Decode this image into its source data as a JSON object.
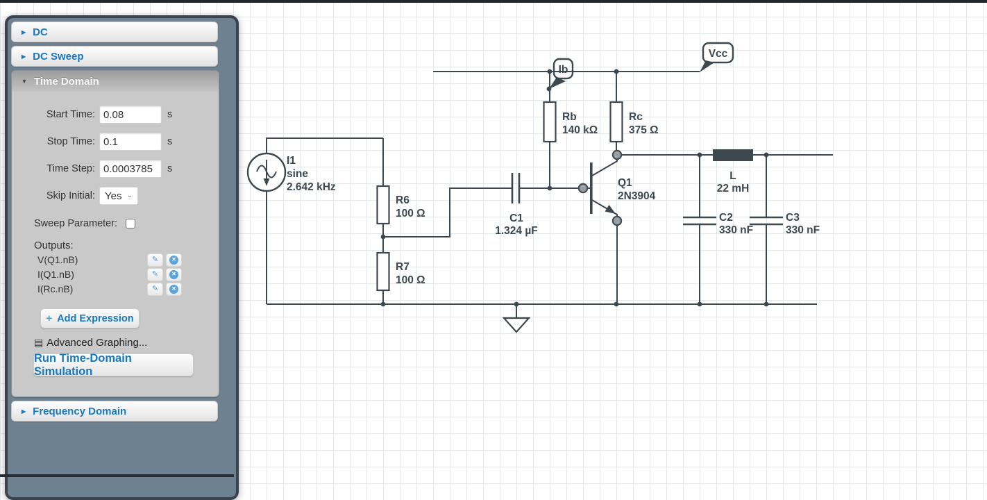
{
  "icons": {
    "collapsed": "▶",
    "expanded": "▼",
    "select_chevron": "⌄",
    "edit": "✎",
    "delete": "✕",
    "add": "+",
    "advanced_graphing": "▤"
  },
  "panel": {
    "sections": {
      "dc": {
        "label": "DC"
      },
      "dc_sweep": {
        "label": "DC Sweep"
      },
      "time_domain": {
        "label": "Time Domain",
        "start_time": {
          "label": "Start Time:",
          "value": "0.08",
          "unit": "s"
        },
        "stop_time": {
          "label": "Stop Time:",
          "value": "0.1",
          "unit": "s"
        },
        "time_step": {
          "label": "Time Step:",
          "value": "0.0003785",
          "unit": "s"
        },
        "skip_initial": {
          "label": "Skip Initial:",
          "value": "Yes"
        },
        "sweep_parameter": {
          "label": "Sweep Parameter:",
          "checked": false
        },
        "outputs_label": "Outputs:",
        "outputs": [
          "V(Q1.nB)",
          "I(Q1.nB)",
          "I(Rc.nB)"
        ],
        "add_expression": "Add Expression",
        "advanced_graphing": "Advanced Graphing...",
        "run_button": "Run Time-Domain Simulation"
      },
      "frequency_domain": {
        "label": "Frequency Domain"
      }
    }
  },
  "schematic": {
    "i1": {
      "name": "I1",
      "kind": "sine",
      "value": "2.642 kHz"
    },
    "r6": {
      "name": "R6",
      "value": "100 Ω"
    },
    "r7": {
      "name": "R7",
      "value": "100 Ω"
    },
    "c1": {
      "name": "C1",
      "value": "1.324 µF"
    },
    "rb": {
      "name": "Rb",
      "value": "140 kΩ"
    },
    "rc": {
      "name": "Rc",
      "value": "375 Ω"
    },
    "q1": {
      "name": "Q1",
      "value": "2N3904"
    },
    "l": {
      "name": "L",
      "value": "22 mH"
    },
    "c2": {
      "name": "C2",
      "value": "330 nF"
    },
    "c3": {
      "name": "C3",
      "value": "330 nF"
    },
    "flags": {
      "ib": "Ib",
      "vcc": "Vcc"
    }
  }
}
